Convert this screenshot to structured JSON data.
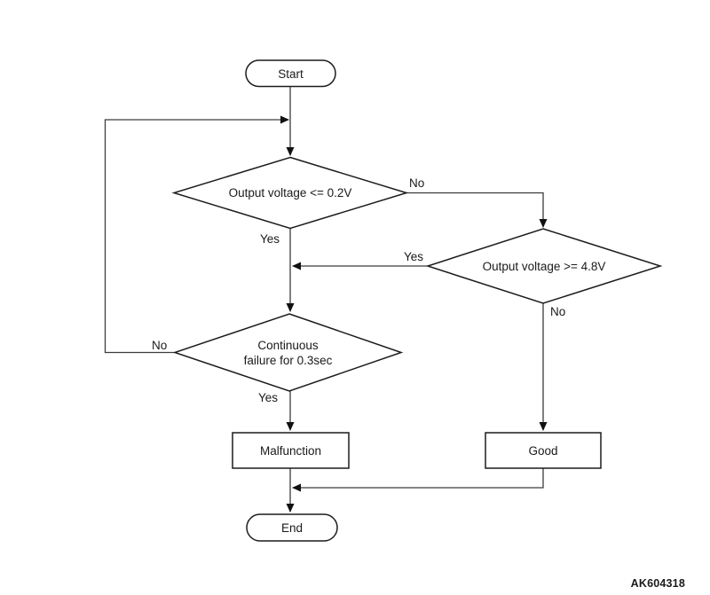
{
  "diagram": {
    "type": "flowchart",
    "figure_code": "AK604318",
    "nodes": {
      "start": {
        "label": "Start"
      },
      "decision_low_voltage": {
        "label": "Output voltage <= 0.2V"
      },
      "decision_high_voltage": {
        "label": "Output voltage >= 4.8V"
      },
      "decision_continuous_failure": {
        "lines": [
          "Continuous",
          "failure for 0.3sec"
        ]
      },
      "malfunction": {
        "label": "Malfunction"
      },
      "good": {
        "label": "Good"
      },
      "end": {
        "label": "End"
      }
    },
    "edge_labels": {
      "low_no": "No",
      "low_yes": "Yes",
      "high_yes": "Yes",
      "high_no": "No",
      "failure_no": "No",
      "failure_yes": "Yes"
    },
    "colors": {
      "background": "#ffffff",
      "shape_stroke": "#1c1c1c",
      "connector_stroke": "#3c3c3c",
      "text": "#1a1a1a"
    }
  }
}
